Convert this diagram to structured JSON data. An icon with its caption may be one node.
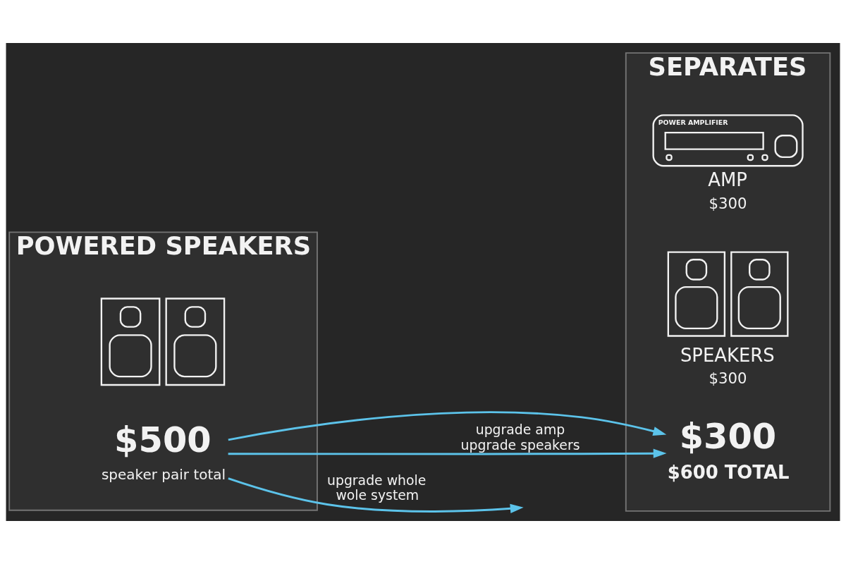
{
  "diagram": {
    "nodes": [
      {
        "text": [
          "POWERED SPEAKERS"
        ]
      },
      {
        "text": [],
        "shape": "picture",
        "in": 0
      },
      {
        "text": [
          "$500",
          "speaker pair total"
        ],
        "in": 0
      },
      {
        "text": [
          "SEPARATES"
        ]
      },
      {
        "text": [
          "POWER AMPLIFIER"
        ],
        "beside": [
          "AMP",
          "$300"
        ],
        "in": 3
      },
      {
        "text": [],
        "shape": "picture",
        "beside": [
          "SPEAKERS",
          "$300"
        ],
        "in": 3
      },
      {
        "text": [
          "$300",
          "$600 TOTAL"
        ],
        "in": 3
      }
    ],
    "edges": [
      {
        "from": 2,
        "to": null,
        "arrow": "to",
        "label": "upgrade whole wole system"
      },
      {
        "from": 2,
        "to": 6,
        "arrow": "to"
      },
      {
        "from": 2,
        "to": 6,
        "arrow": "to",
        "label": "upgrade amp upgrade speakers"
      }
    ]
  }
}
